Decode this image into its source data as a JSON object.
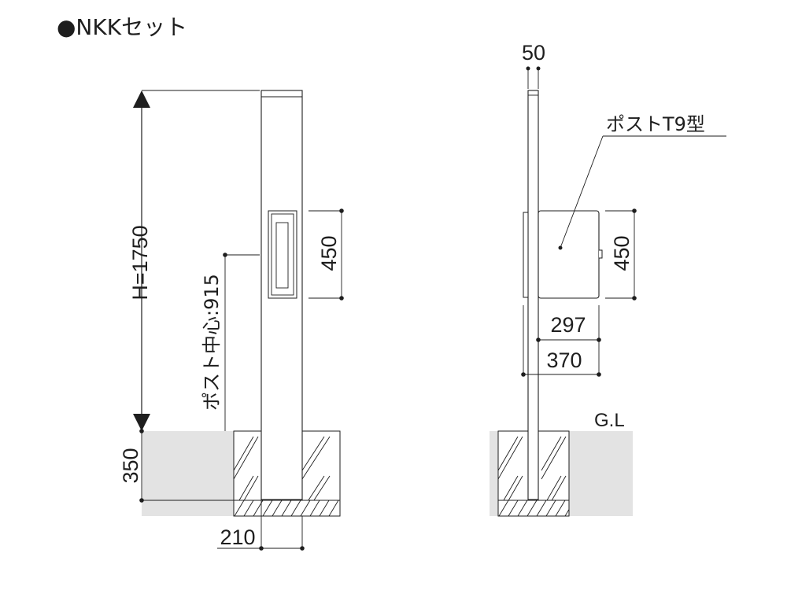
{
  "title": "●NKKセット",
  "front_view": {
    "height_label": "H=1750",
    "post_center_label": "ポスト中心:915",
    "mailbox_height_label": "450",
    "foundation_depth_label": "350",
    "post_width_label": "210"
  },
  "side_view": {
    "pole_width_label": "50",
    "product_label": "ポストT9型",
    "mailbox_height_label": "450",
    "depth_297_label": "297",
    "depth_370_label": "370",
    "ground_label": "G.L"
  },
  "colors": {
    "ground_fill": "#e3e3e3",
    "line": "#1e1e1e",
    "background": "#ffffff"
  }
}
